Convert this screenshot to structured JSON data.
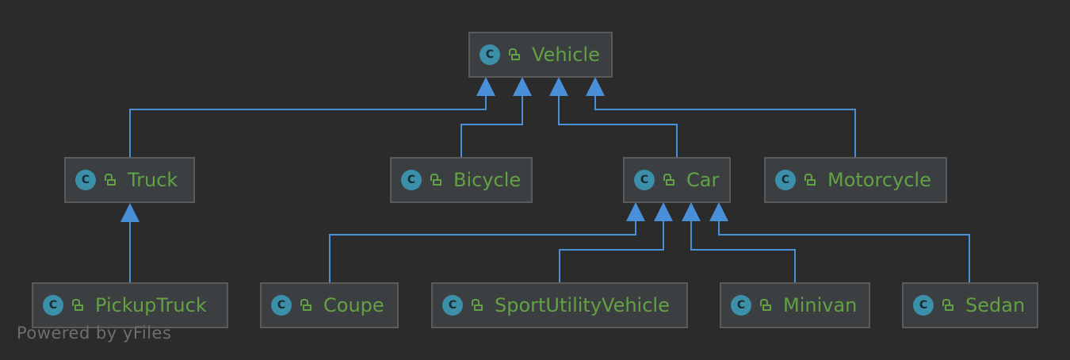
{
  "diagram": {
    "nodes": {
      "vehicle": {
        "label": "Vehicle",
        "icon": "class-icon",
        "icon_letter": "C",
        "visibility_icon": "unlocked-icon"
      },
      "truck": {
        "label": "Truck",
        "icon": "class-icon",
        "icon_letter": "C",
        "visibility_icon": "unlocked-icon"
      },
      "bicycle": {
        "label": "Bicycle",
        "icon": "class-icon",
        "icon_letter": "C",
        "visibility_icon": "unlocked-icon"
      },
      "car": {
        "label": "Car",
        "icon": "class-icon",
        "icon_letter": "C",
        "visibility_icon": "unlocked-icon"
      },
      "motorcycle": {
        "label": "Motorcycle",
        "icon": "class-icon",
        "icon_letter": "C",
        "visibility_icon": "unlocked-icon"
      },
      "pickuptruck": {
        "label": "PickupTruck",
        "icon": "class-icon",
        "icon_letter": "C",
        "visibility_icon": "unlocked-icon"
      },
      "coupe": {
        "label": "Coupe",
        "icon": "class-icon",
        "icon_letter": "C",
        "visibility_icon": "unlocked-icon"
      },
      "suv": {
        "label": "SportUtilityVehicle",
        "icon": "class-icon",
        "icon_letter": "C",
        "visibility_icon": "unlocked-icon"
      },
      "minivan": {
        "label": "Minivan",
        "icon": "class-icon",
        "icon_letter": "C",
        "visibility_icon": "unlocked-icon"
      },
      "sedan": {
        "label": "Sedan",
        "icon": "class-icon",
        "icon_letter": "C",
        "visibility_icon": "unlocked-icon"
      }
    },
    "edges": [
      {
        "from": "Truck",
        "to": "Vehicle",
        "relation": "extends"
      },
      {
        "from": "Bicycle",
        "to": "Vehicle",
        "relation": "extends"
      },
      {
        "from": "Car",
        "to": "Vehicle",
        "relation": "extends"
      },
      {
        "from": "Motorcycle",
        "to": "Vehicle",
        "relation": "extends"
      },
      {
        "from": "PickupTruck",
        "to": "Truck",
        "relation": "extends"
      },
      {
        "from": "Coupe",
        "to": "Car",
        "relation": "extends"
      },
      {
        "from": "SportUtilityVehicle",
        "to": "Car",
        "relation": "extends"
      },
      {
        "from": "Minivan",
        "to": "Car",
        "relation": "extends"
      },
      {
        "from": "Sedan",
        "to": "Car",
        "relation": "extends"
      }
    ],
    "colors": {
      "background": "#2b2b2b",
      "node_fill": "#3c3f41",
      "node_border": "#5b5b5b",
      "label": "#62a144",
      "class_icon": "#3b8fa8",
      "edge": "#4a90d9"
    }
  },
  "watermark": "Powered by yFiles"
}
